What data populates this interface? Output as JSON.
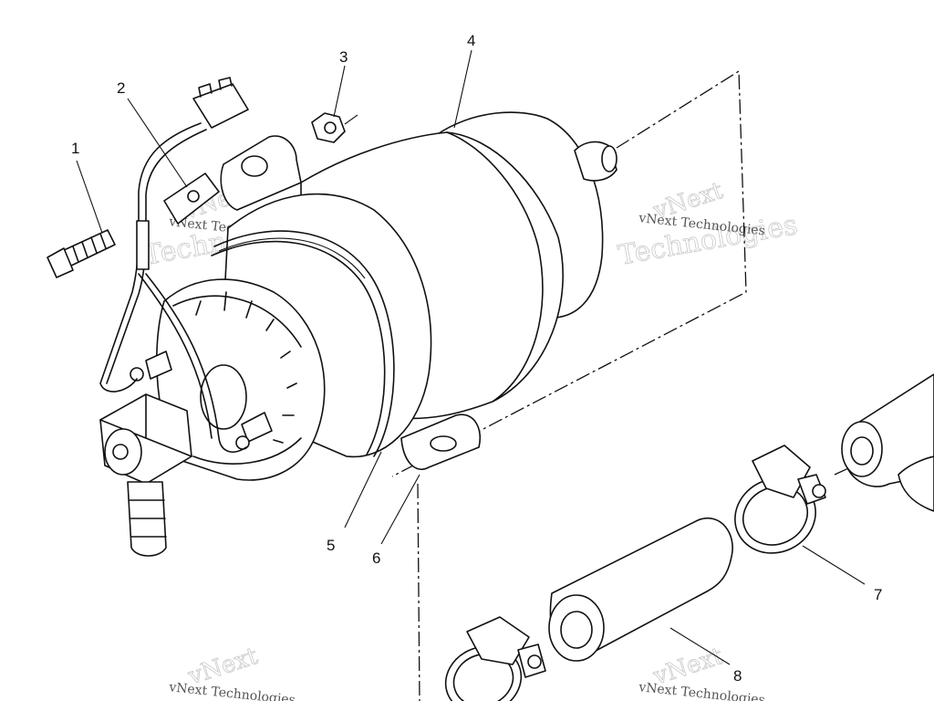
{
  "callouts": [
    "1",
    "2",
    "3",
    "4",
    "5",
    "6",
    "7",
    "8"
  ],
  "watermark": {
    "line1": "vNext Technologies",
    "big1": "vNext",
    "big2": "Technologies"
  }
}
